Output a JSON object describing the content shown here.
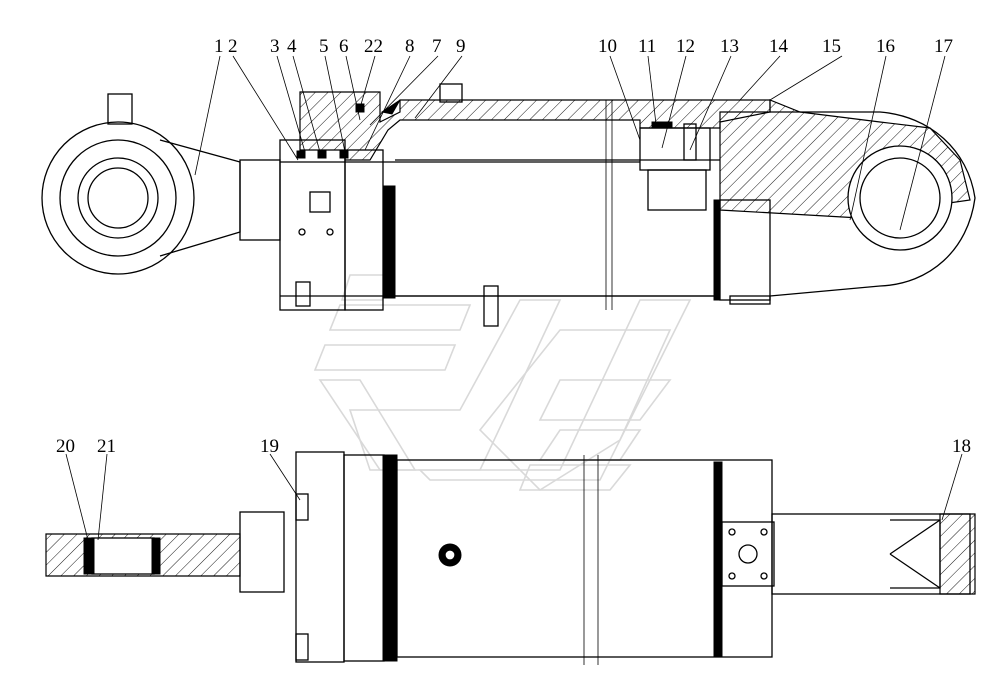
{
  "callouts": {
    "c1": "1",
    "c2": "2",
    "c3": "3",
    "c4": "4",
    "c5": "5",
    "c6": "6",
    "c22": "22",
    "c8": "8",
    "c7": "7",
    "c9": "9",
    "c10": "10",
    "c11": "11",
    "c12": "12",
    "c13": "13",
    "c14": "14",
    "c15": "15",
    "c16": "16",
    "c17": "17",
    "c20": "20",
    "c21": "21",
    "c19": "19",
    "c18": "18"
  },
  "colors": {
    "ink": "#000000",
    "paper": "#ffffff",
    "watermark": "#d9d9d9"
  }
}
